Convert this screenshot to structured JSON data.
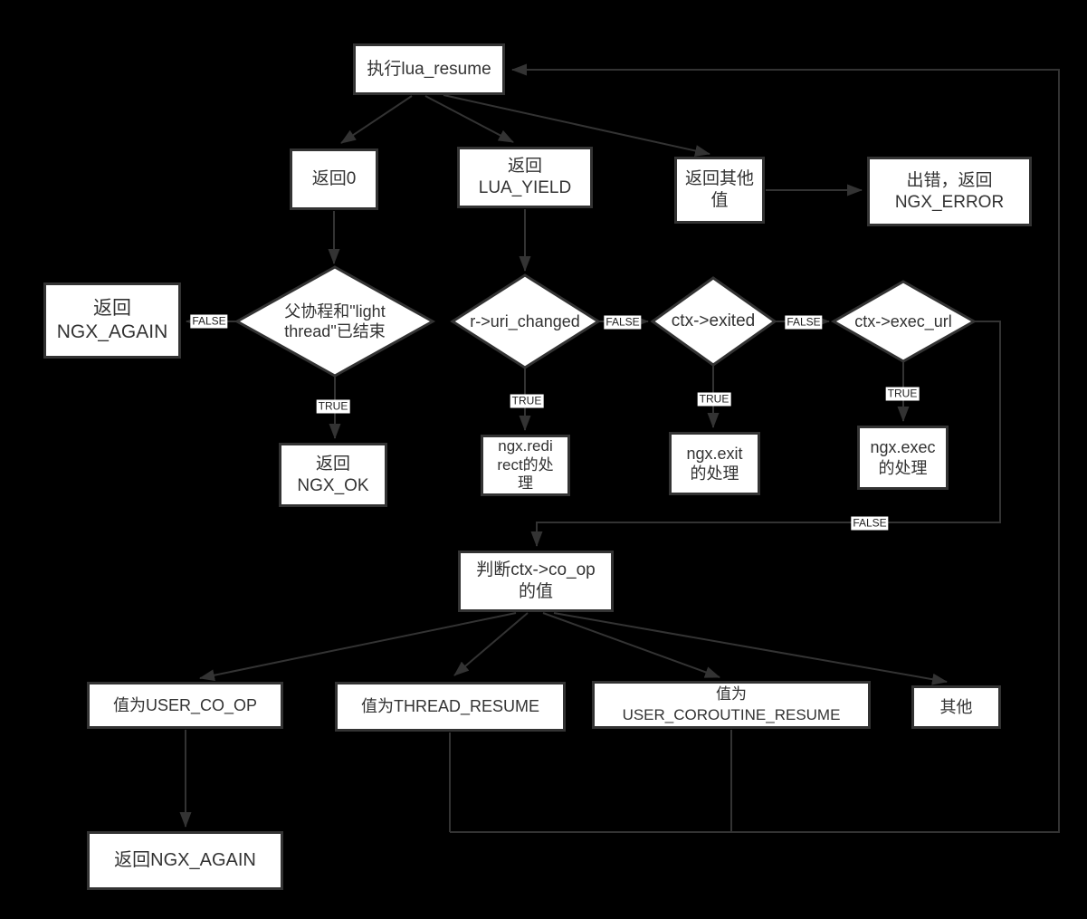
{
  "colors": {
    "background": "#000000",
    "node_fill": "#ffffff",
    "stroke": "#333333",
    "text": "#333333"
  },
  "nodes": {
    "exec_lua_resume": "执行lua_resume",
    "return_0": "返回0",
    "return_lua_yield": "返回\nLUA_YIELD",
    "return_other": "返回其他\n值",
    "error_return_ngx_error": "出错，返回\nNGX_ERROR",
    "return_ngx_again": "返回\nNGX_AGAIN",
    "return_ngx_ok": "返回\nNGX_OK",
    "ngx_redirect_handling": "ngx.redi\nrect的处\n理",
    "ngx_exit_handling": "ngx.exit\n的处理",
    "ngx_exec_handling": "ngx.exec\n的处理",
    "check_co_op": "判断ctx->co_op\n的值",
    "user_co_op": "值为USER_CO_OP",
    "thread_resume": "值为THREAD_RESUME",
    "user_coroutine_resume": "值为\nUSER_COROUTINE_RESUME",
    "other": "其他",
    "return_ngx_again_bottom": "返回NGX_AGAIN"
  },
  "decisions": {
    "parent_light_thread_done": "父协程和\"light\nthread\"已结束",
    "uri_changed": "r->uri_changed",
    "ctx_exited": "ctx->exited",
    "ctx_exec_url": "ctx->exec_url"
  },
  "edge_labels": {
    "true": "TRUE",
    "false": "FALSE"
  }
}
